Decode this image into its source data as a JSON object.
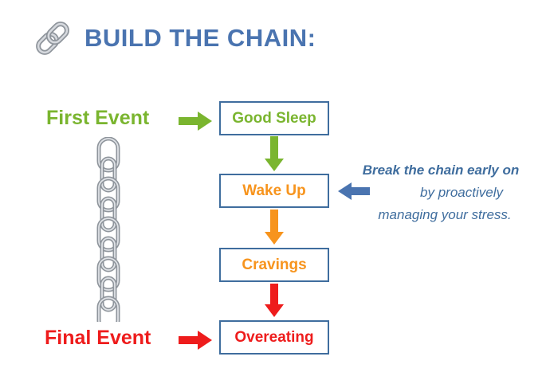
{
  "header": {
    "title": "BUILD THE CHAIN:",
    "icon": "chain-link-icon"
  },
  "events": {
    "first_label": "First Event",
    "final_label": "Final Event"
  },
  "steps": [
    {
      "label": "Good Sleep",
      "color": "#7ab52f"
    },
    {
      "label": "Wake Up",
      "color": "#f7941d"
    },
    {
      "label": "Cravings",
      "color": "#f7941d"
    },
    {
      "label": "Overeating",
      "color": "#ee1c1c"
    }
  ],
  "connectors": [
    {
      "color": "#7ab52f"
    },
    {
      "color": "#f7941d"
    },
    {
      "color": "#ee1c1c"
    }
  ],
  "note": {
    "line1": "Break the chain early on",
    "line2": "by proactively",
    "line3": "managing your stress."
  },
  "colors": {
    "title": "#4a74b0",
    "box_border": "#3f6d9e",
    "note": "#3f6d9e",
    "note_arrow": "#4a74b0",
    "first_event": "#7ab52f",
    "final_event": "#ee1c1c",
    "chain_metal": "#a7acb3"
  }
}
